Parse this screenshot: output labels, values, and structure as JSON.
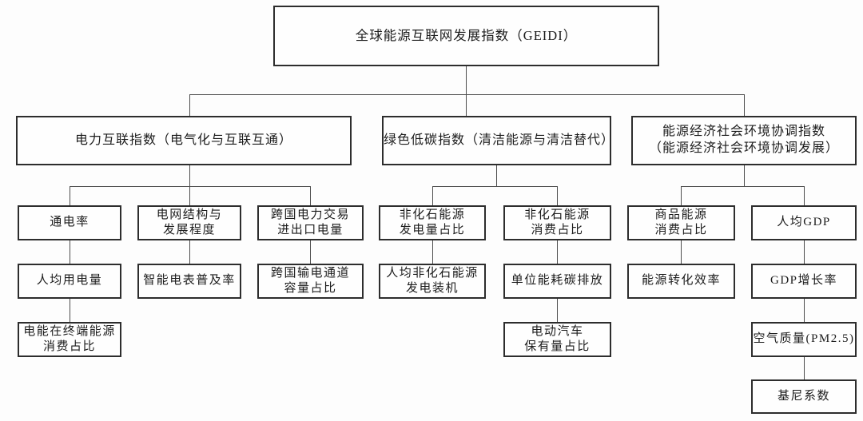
{
  "tree": {
    "root": {
      "label": "全球能源互联网发展指数（GEIDI）"
    },
    "branches": [
      {
        "label": "电力互联指数（电气化与互联互通）",
        "columns": [
          {
            "items": [
              "通电率",
              "人均用电量",
              "电能在终端能源\n消费占比"
            ]
          },
          {
            "items": [
              "电网结构与\n发展程度",
              "智能电表普及率"
            ]
          },
          {
            "items": [
              "跨国电力交易\n进出口电量",
              "跨国输电通道\n容量占比"
            ]
          }
        ]
      },
      {
        "label": "绿色低碳指数（清洁能源与清洁替代）",
        "columns": [
          {
            "items": [
              "非化石能源\n发电量占比",
              "人均非化石能源\n发电装机"
            ]
          },
          {
            "items": [
              "非化石能源\n消费占比",
              "单位能耗碳排放",
              "电动汽车\n保有量占比"
            ]
          }
        ]
      },
      {
        "label": "能源经济社会环境协调指数\n（能源经济社会环境协调发展）",
        "columns": [
          {
            "items": [
              "商品能源\n消费占比",
              "能源转化效率"
            ]
          },
          {
            "items": [
              "人均GDP",
              "GDP增长率",
              "空气质量(PM2.5)",
              "基尼系数"
            ]
          }
        ]
      }
    ],
    "colors": {
      "box_border": "#2d2d2d",
      "connector": "#4d4d4d",
      "background": "#fdfdfd",
      "text": "#1c1c1c"
    }
  }
}
